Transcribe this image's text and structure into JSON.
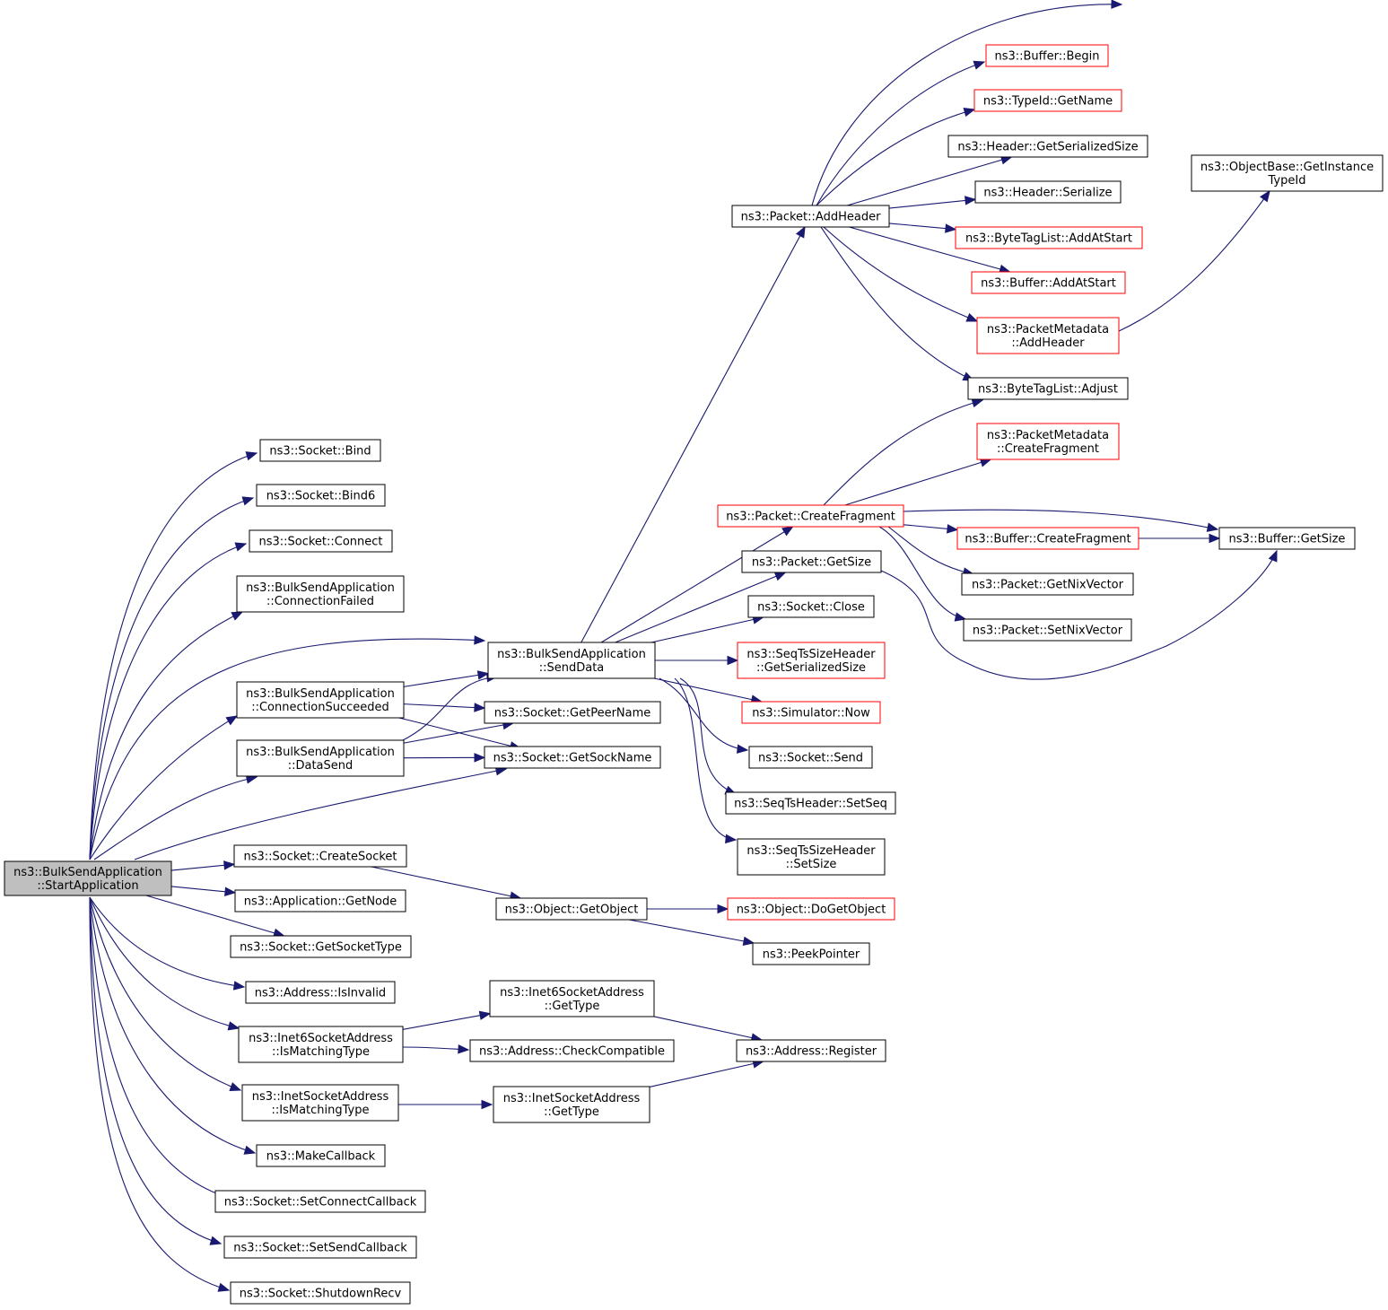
{
  "graph": {
    "colors": {
      "edge": "#191970",
      "node_border": "#000000",
      "undocumented_border": "#ff0000",
      "root_fill": "#bfbfbf",
      "background": "#ffffff"
    },
    "nodes": {
      "start": {
        "lines": [
          "ns3::BulkSendApplication",
          "::StartApplication"
        ],
        "style": "root"
      },
      "bind": {
        "lines": [
          "ns3::Socket::Bind"
        ]
      },
      "bind6": {
        "lines": [
          "ns3::Socket::Bind6"
        ]
      },
      "connect": {
        "lines": [
          "ns3::Socket::Connect"
        ]
      },
      "connfailed": {
        "lines": [
          "ns3::BulkSendApplication",
          "::ConnectionFailed"
        ]
      },
      "senddata": {
        "lines": [
          "ns3::BulkSendApplication",
          "::SendData"
        ]
      },
      "connsucc": {
        "lines": [
          "ns3::BulkSendApplication",
          "::ConnectionSucceeded"
        ]
      },
      "datasend": {
        "lines": [
          "ns3::BulkSendApplication",
          "::DataSend"
        ]
      },
      "peername": {
        "lines": [
          "ns3::Socket::GetPeerName"
        ]
      },
      "sockname": {
        "lines": [
          "ns3::Socket::GetSockName"
        ]
      },
      "createsocket": {
        "lines": [
          "ns3::Socket::CreateSocket"
        ]
      },
      "getnode": {
        "lines": [
          "ns3::Application::GetNode"
        ]
      },
      "socktype": {
        "lines": [
          "ns3::Socket::GetSocketType"
        ]
      },
      "isinvalid": {
        "lines": [
          "ns3::Address::IsInvalid"
        ]
      },
      "inet6match": {
        "lines": [
          "ns3::Inet6SocketAddress",
          "::IsMatchingType"
        ]
      },
      "inetmatch": {
        "lines": [
          "ns3::InetSocketAddress",
          "::IsMatchingType"
        ]
      },
      "makecallback": {
        "lines": [
          "ns3::MakeCallback"
        ]
      },
      "setconnect": {
        "lines": [
          "ns3::Socket::SetConnectCallback"
        ]
      },
      "setsend": {
        "lines": [
          "ns3::Socket::SetSendCallback"
        ]
      },
      "shutdown": {
        "lines": [
          "ns3::Socket::ShutdownRecv"
        ]
      },
      "addheader": {
        "lines": [
          "ns3::Packet::AddHeader"
        ]
      },
      "createfrag": {
        "lines": [
          "ns3::Packet::CreateFragment"
        ],
        "style": "red"
      },
      "pktgetsize": {
        "lines": [
          "ns3::Packet::GetSize"
        ]
      },
      "sockclose": {
        "lines": [
          "ns3::Socket::Close"
        ]
      },
      "seqtsser": {
        "lines": [
          "ns3::SeqTsSizeHeader",
          "::GetSerializedSize"
        ],
        "style": "red"
      },
      "simnow": {
        "lines": [
          "ns3::Simulator::Now"
        ],
        "style": "red"
      },
      "socksend": {
        "lines": [
          "ns3::Socket::Send"
        ]
      },
      "setseq": {
        "lines": [
          "ns3::SeqTsHeader::SetSeq"
        ]
      },
      "setsize": {
        "lines": [
          "ns3::SeqTsSizeHeader",
          "::SetSize"
        ]
      },
      "getobject": {
        "lines": [
          "ns3::Object::GetObject"
        ]
      },
      "dogetobject": {
        "lines": [
          "ns3::Object::DoGetObject"
        ],
        "style": "red"
      },
      "peekpointer": {
        "lines": [
          "ns3::PeekPointer"
        ]
      },
      "inet6gettype": {
        "lines": [
          "ns3::Inet6SocketAddress",
          "::GetType"
        ]
      },
      "checkcompat": {
        "lines": [
          "ns3::Address::CheckCompatible"
        ]
      },
      "register": {
        "lines": [
          "ns3::Address::Register"
        ]
      },
      "inetgettype": {
        "lines": [
          "ns3::InetSocketAddress",
          "::GetType"
        ]
      },
      "bufbegin": {
        "lines": [
          "ns3::Buffer::Begin"
        ],
        "style": "red"
      },
      "typeidname": {
        "lines": [
          "ns3::TypeId::GetName"
        ],
        "style": "red"
      },
      "hdrser": {
        "lines": [
          "ns3::Header::GetSerializedSize"
        ]
      },
      "hdrserialize": {
        "lines": [
          "ns3::Header::Serialize"
        ]
      },
      "btladdatstart": {
        "lines": [
          "ns3::ByteTagList::AddAtStart"
        ],
        "style": "red"
      },
      "bufaddatstart": {
        "lines": [
          "ns3::Buffer::AddAtStart"
        ],
        "style": "red"
      },
      "pmaddheader": {
        "lines": [
          "ns3::PacketMetadata",
          "::AddHeader"
        ],
        "style": "red"
      },
      "btladjust": {
        "lines": [
          "ns3::ByteTagList::Adjust"
        ]
      },
      "pmcreatefrag": {
        "lines": [
          "ns3::PacketMetadata",
          "::CreateFragment"
        ],
        "style": "red"
      },
      "bufcreatefrag": {
        "lines": [
          "ns3::Buffer::CreateFragment"
        ],
        "style": "red"
      },
      "getnix": {
        "lines": [
          "ns3::Packet::GetNixVector"
        ]
      },
      "setnix": {
        "lines": [
          "ns3::Packet::SetNixVector"
        ]
      },
      "bufgetsize": {
        "lines": [
          "ns3::Buffer::GetSize"
        ]
      },
      "objtypeid": {
        "lines": [
          "ns3::ObjectBase::GetInstance",
          "TypeId"
        ]
      }
    },
    "edges": [
      [
        "start",
        "bind"
      ],
      [
        "start",
        "bind6"
      ],
      [
        "start",
        "connect"
      ],
      [
        "start",
        "connfailed"
      ],
      [
        "start",
        "senddata"
      ],
      [
        "start",
        "connsucc"
      ],
      [
        "start",
        "datasend"
      ],
      [
        "start",
        "sockname"
      ],
      [
        "start",
        "createsocket"
      ],
      [
        "start",
        "getnode"
      ],
      [
        "start",
        "socktype"
      ],
      [
        "start",
        "isinvalid"
      ],
      [
        "start",
        "inet6match"
      ],
      [
        "start",
        "inetmatch"
      ],
      [
        "start",
        "makecallback"
      ],
      [
        "start",
        "setconnect"
      ],
      [
        "start",
        "setsend"
      ],
      [
        "start",
        "shutdown"
      ],
      [
        "connsucc",
        "senddata"
      ],
      [
        "connsucc",
        "peername"
      ],
      [
        "connsucc",
        "sockname"
      ],
      [
        "datasend",
        "senddata"
      ],
      [
        "datasend",
        "peername"
      ],
      [
        "datasend",
        "sockname"
      ],
      [
        "senddata",
        "addheader"
      ],
      [
        "senddata",
        "createfrag"
      ],
      [
        "senddata",
        "pktgetsize"
      ],
      [
        "senddata",
        "sockclose"
      ],
      [
        "senddata",
        "seqtsser"
      ],
      [
        "senddata",
        "simnow"
      ],
      [
        "senddata",
        "socksend"
      ],
      [
        "senddata",
        "setseq"
      ],
      [
        "senddata",
        "setsize"
      ],
      [
        "createsocket",
        "getobject"
      ],
      [
        "getobject",
        "dogetobject"
      ],
      [
        "getobject",
        "peekpointer"
      ],
      [
        "inet6match",
        "inet6gettype"
      ],
      [
        "inet6match",
        "checkcompat"
      ],
      [
        "inet6gettype",
        "register"
      ],
      [
        "inetmatch",
        "inetgettype"
      ],
      [
        "inetgettype",
        "register"
      ],
      [
        "addheader",
        "bufbegin"
      ],
      [
        "addheader",
        "typeidname"
      ],
      [
        "addheader",
        "hdrser"
      ],
      [
        "addheader",
        "hdrserialize"
      ],
      [
        "addheader",
        "btladdatstart"
      ],
      [
        "addheader",
        "bufaddatstart"
      ],
      [
        "addheader",
        "pmaddheader"
      ],
      [
        "addheader",
        "btladjust"
      ],
      [
        "addheader",
        "objtypeid"
      ],
      [
        "pmaddheader",
        "objtypeid"
      ],
      [
        "createfrag",
        "btladjust"
      ],
      [
        "createfrag",
        "pmcreatefrag"
      ],
      [
        "createfrag",
        "bufcreatefrag"
      ],
      [
        "createfrag",
        "bufgetsize"
      ],
      [
        "createfrag",
        "getnix"
      ],
      [
        "createfrag",
        "setnix"
      ],
      [
        "bufcreatefrag",
        "bufgetsize"
      ],
      [
        "pktgetsize",
        "bufgetsize"
      ]
    ]
  }
}
